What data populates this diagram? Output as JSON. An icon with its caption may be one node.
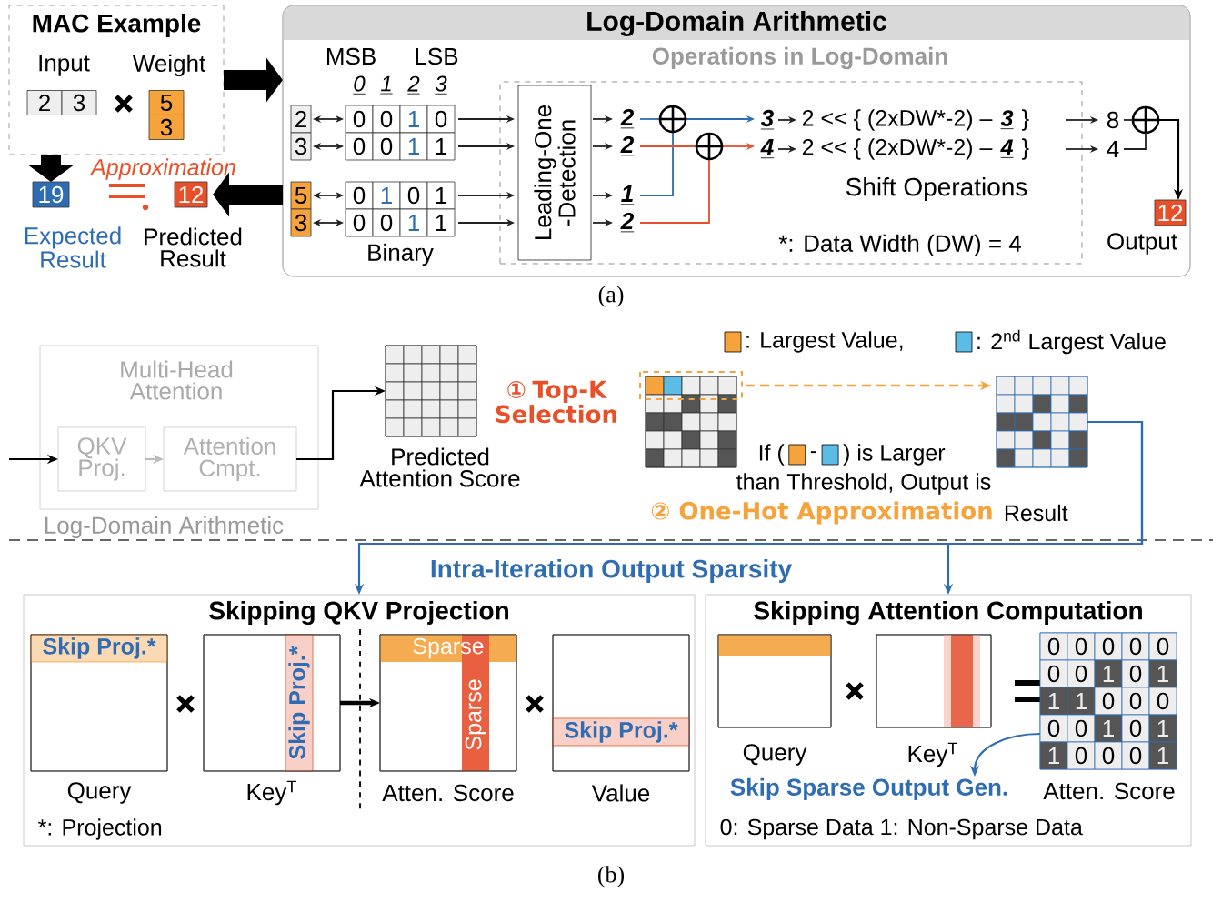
{
  "diagram": {
    "nodes": [
      {
        "text": [
          "MAC Example"
        ]
      },
      {
        "text": [
          "Log-Domain Arithmetic"
        ]
      },
      {
        "text": [
          "Operations in Log-Domain",
          "Shift Operations",
          "*: Data Width (DW) = 4"
        ],
        "in": 1
      },
      {
        "text": [
          "Leading-One -Detection"
        ],
        "in": 2
      },
      {
        "text": [
          "12"
        ],
        "beside": [
          "Output"
        ],
        "in": 1
      },
      {
        "text": [
          "19"
        ],
        "beside": [
          "Expected Result"
        ]
      },
      {
        "text": [
          "12"
        ],
        "beside": [
          "Predicted Result"
        ]
      },
      {
        "text": [
          "Multi-Head Attention"
        ],
        "beside": [
          "Log-Domain Arithmetic"
        ]
      },
      {
        "text": [
          "QKV Proj."
        ],
        "in": 7
      },
      {
        "text": [
          "Attention Cmpt."
        ],
        "in": 7
      },
      {
        "text": [],
        "shape": "grid",
        "beside": [
          "Predicted Attention Score"
        ]
      },
      {
        "text": [],
        "shape": "grid"
      },
      {
        "text": [],
        "shape": "grid"
      },
      {
        "text": [
          "Skipping QKV Projection"
        ]
      },
      {
        "text": [
          "Skip Proj.*"
        ],
        "beside": [
          "Query"
        ],
        "in": 13
      },
      {
        "text": [
          "Skip Proj.*"
        ],
        "beside": [
          "Key$^{T}$"
        ],
        "in": 13
      },
      {
        "text": [
          "Sparse",
          "Sparse"
        ],
        "beside": [
          "Atten. Score"
        ],
        "in": 13
      },
      {
        "text": [
          "Skip Proj.*"
        ],
        "beside": [
          "Value"
        ],
        "in": 13
      },
      {
        "text": [
          "Skipping Attention Computation"
        ]
      },
      {
        "text": [],
        "shape": "box",
        "beside": [
          "Query"
        ],
        "in": 18
      },
      {
        "text": [],
        "shape": "box",
        "beside": [
          "Key$^{T}$"
        ],
        "in": 18
      },
      {
        "text": [],
        "shape": "grid",
        "beside": [
          "Atten. Score"
        ],
        "in": 18
      },
      {
        "text": [
          "Skip Sparse Output Gen."
        ],
        "in": 18
      },
      {
        "text": [],
        "shape": "circle",
        "in": 1
      }
    ],
    "edges": [
      {
        "from": 0,
        "to": 1,
        "arrow": "to",
        "style": "thick"
      },
      {
        "from": 1,
        "to": 6,
        "arrow": "to",
        "style": "thick"
      },
      {
        "from": 0,
        "to": 5,
        "arrow": "to",
        "style": "thick"
      },
      {
        "from": 23,
        "to": 4,
        "arrow": "to"
      },
      {
        "from": null,
        "to": 8,
        "arrow": "to"
      },
      {
        "from": 8,
        "to": 9,
        "arrow": "to",
        "color": "#bbbbbb"
      },
      {
        "from": 9,
        "to": 10,
        "arrow": "to"
      },
      {
        "from": 11,
        "to": 12,
        "arrow": "to",
        "style": "dashed",
        "color": "#f5a33a"
      },
      {
        "from": 12,
        "to": 13,
        "arrow": "to",
        "color": "#2e6db4"
      },
      {
        "from": 12,
        "to": 18,
        "arrow": "to",
        "color": "#2e6db4"
      },
      {
        "from": 15,
        "to": 16,
        "arrow": "to"
      },
      {
        "from": 21,
        "to": 22,
        "arrow": "to",
        "color": "#2e6db4"
      }
    ],
    "labels": [
      "Input",
      "Weight",
      "2",
      "3",
      "5",
      "3",
      "Approximation",
      "MSB",
      "LSB",
      "0",
      "1",
      "2",
      "3",
      "2",
      "0",
      "0",
      "1",
      "0",
      "3",
      "0",
      "0",
      "1",
      "1",
      "5",
      "0",
      "1",
      "0",
      "1",
      "3",
      "0",
      "0",
      "1",
      "1",
      "Binary",
      "2",
      "2",
      "1",
      "2",
      "3",
      "2 << { (2xDW*-2) –",
      "3",
      "}",
      "8",
      "4",
      "2 << { (2xDW*-2) –",
      "4",
      "}",
      "4",
      "(a)",
      "① Top-K Selection",
      "If (",
      "-",
      ") is Larger",
      "than Threshold, Output is",
      "② One-Hot Approximation",
      "Result",
      "Intra-Iteration Output Sparsity",
      "*: Projection",
      "0",
      "0",
      "0",
      "0",
      "0",
      "0",
      "0",
      "1",
      "0",
      "1",
      "1",
      "1",
      "0",
      "0",
      "0",
      "0",
      "0",
      "1",
      "0",
      "1",
      "1",
      "0",
      "0",
      "0",
      "1",
      "0: Sparse Data 1: Non-Sparse Data",
      "(b)"
    ],
    "legend": [
      {
        "text": ": Largest Value,",
        "color": "#f5a33a"
      },
      {
        "text": ": 2$^{nd}$ Largest Value",
        "color": "#5bbde6"
      }
    ]
  }
}
